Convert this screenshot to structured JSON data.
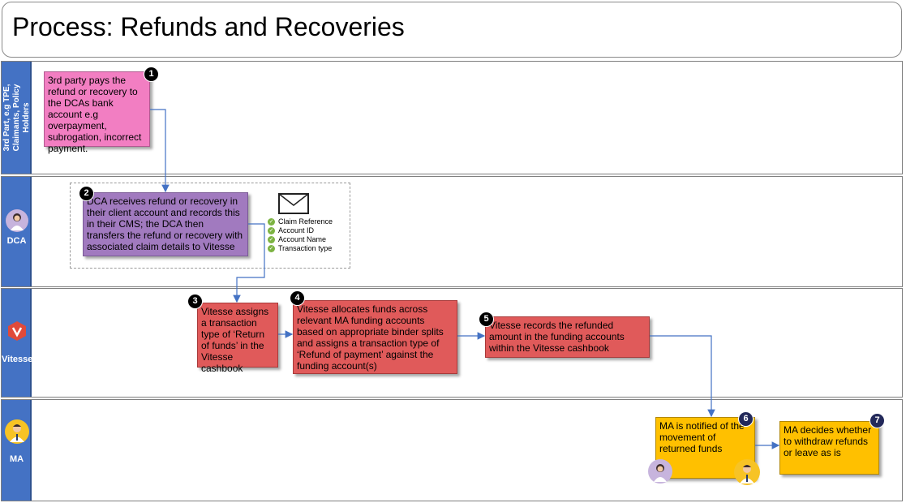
{
  "title": "Process: Refunds and Recoveries",
  "lanes": {
    "third_party": "3rd Part, e.g TPE, Claimants, Policy Holders",
    "dca": "DCA",
    "vitesse": "Vitesse",
    "ma": "MA"
  },
  "steps": [
    {
      "num": "1",
      "text": "3rd party pays the refund or recovery to the DCAs bank account e.g overpayment, subrogation, incorrect payment."
    },
    {
      "num": "2",
      "text": "DCA receives refund or recovery in their client account and records this in their CMS; the DCA then transfers the refund or recovery with associated claim details to Vitesse"
    },
    {
      "num": "3",
      "text": "Vitesse assigns a transaction type of ‘Return of funds’ in the Vitesse cashbook"
    },
    {
      "num": "4",
      "text": "Vitesse allocates funds across relevant MA funding accounts based on appropriate binder splits and assigns a transaction type of ‘Refund of payment’ against the funding account(s)"
    },
    {
      "num": "5",
      "text": "Vitesse records the refunded amount in the funding accounts within the Vitesse cashbook"
    },
    {
      "num": "6",
      "text": "MA is notified of the movement of returned funds"
    },
    {
      "num": "7",
      "text": "MA decides whether to withdraw refunds or leave as is"
    }
  ],
  "claim_details": [
    "Claim Reference",
    "Account ID",
    "Account Name",
    "Transaction type"
  ],
  "icons": {
    "envelope": "envelope-icon",
    "check": "check-icon",
    "dca_avatar": "dca-avatar-icon",
    "vitesse_logo": "vitesse-logo-icon",
    "ma_avatar": "ma-avatar-icon"
  },
  "colors": {
    "lane_header": "#4472c4",
    "pink": "#f27ec2",
    "purple": "#a17abf",
    "red": "#e05a5a",
    "yellow": "#ffc000",
    "arrow": "#4472c4"
  }
}
